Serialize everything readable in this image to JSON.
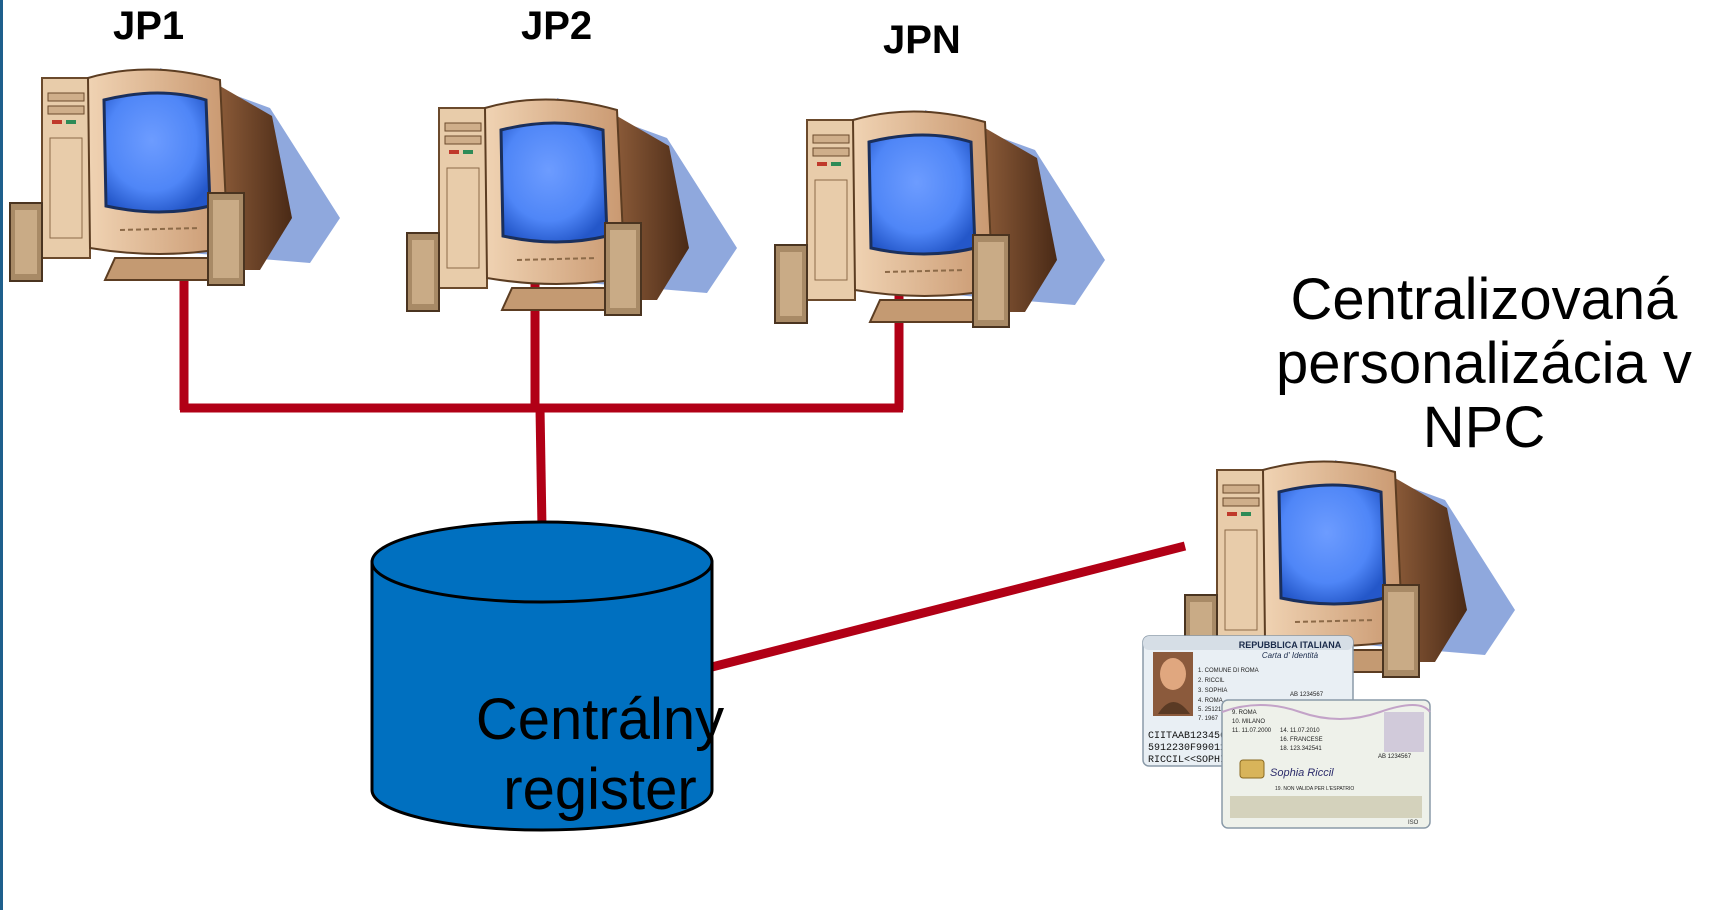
{
  "terminals": [
    {
      "label": "JP1"
    },
    {
      "label": "JP2"
    },
    {
      "label": "JPN"
    }
  ],
  "database": {
    "line1": "Centrálny",
    "line2": "register"
  },
  "npc": {
    "line1": "Centralizovaná",
    "line2": "personalizácia v",
    "line3": "NPC"
  },
  "id_card": {
    "header": "REPUBBLICA ITALIANA",
    "subheader": "Carta d' Identità",
    "fields": [
      "1. COMUNE DI ROMA",
      "2. RICCIL",
      "3. SOPHIA",
      "4. ROMA",
      "5. 25121",
      "7. 1967"
    ],
    "mrz": [
      "CIITAAB123456",
      "5912230F99011",
      "RICCIL<<SOPHI"
    ],
    "number": "AB 1234567"
  },
  "id_card_back": {
    "fields": [
      "9. ROMA",
      "10. MILANO",
      "11. 11.07.2000",
      "14. 11.07.2010",
      "16. FRANCESE",
      "18. 123.342541",
      "19. NON VALIDA PER L'ESPATRIO"
    ],
    "signature": "Sophia Riccil",
    "number": "AB 1234567",
    "footer": "ISO"
  },
  "colors": {
    "link": "#b10016",
    "db_fill": "#0070c0",
    "screen": "#4f86f7",
    "monitor_body": "#e3bc96",
    "shadow": "#8fa8dd"
  }
}
